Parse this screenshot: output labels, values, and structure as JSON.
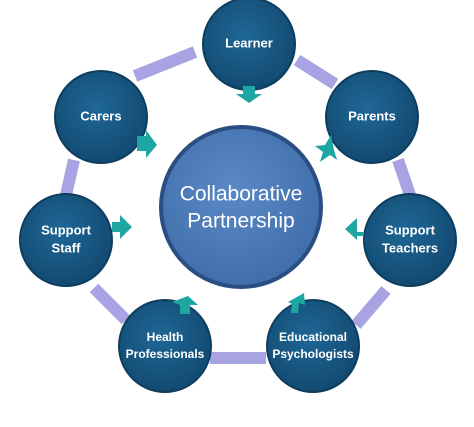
{
  "center": {
    "label_line1": "Collaborative",
    "label_line2": "Partnership"
  },
  "nodes": [
    {
      "id": "learner",
      "lines": [
        "Learner"
      ]
    },
    {
      "id": "parents",
      "lines": [
        "Parents"
      ]
    },
    {
      "id": "support-teachers",
      "lines": [
        "Support",
        "Teachers"
      ]
    },
    {
      "id": "educational-psychologists",
      "lines": [
        "Educational",
        "Psychologists"
      ]
    },
    {
      "id": "health-professionals",
      "lines": [
        "Health",
        "Professionals"
      ]
    },
    {
      "id": "support-staff",
      "lines": [
        "Support",
        "Staff"
      ]
    },
    {
      "id": "carers",
      "lines": [
        "Carers"
      ]
    }
  ],
  "colors": {
    "node_fill": "#16527c",
    "node_stroke": "#0e3d5e",
    "center_fill": "#4a7ab8",
    "center_stroke": "#2a4e82",
    "ring": "#a8a3e2",
    "arrow": "#1ea7a2"
  }
}
